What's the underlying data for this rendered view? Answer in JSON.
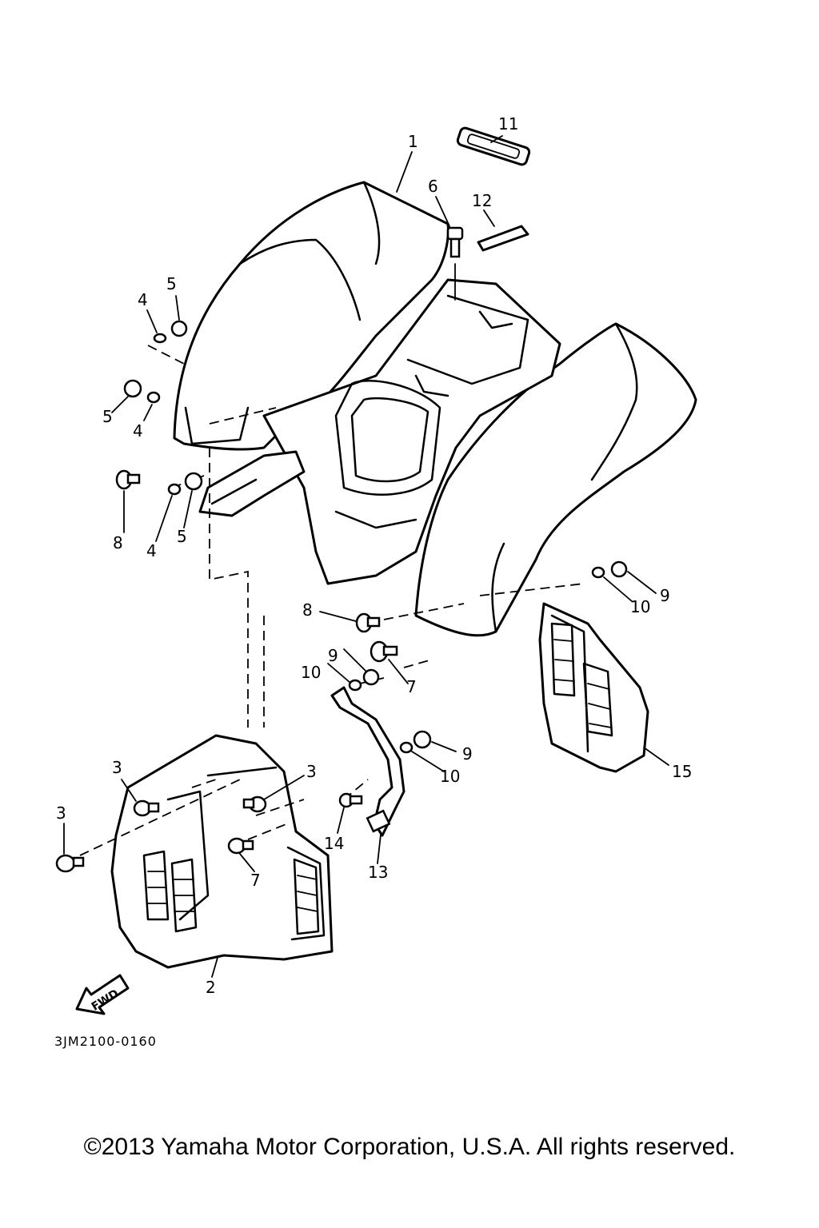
{
  "callouts": [
    {
      "id": "c1",
      "text": "1"
    },
    {
      "id": "c2",
      "text": "2"
    },
    {
      "id": "c3a",
      "text": "3"
    },
    {
      "id": "c3b",
      "text": "3"
    },
    {
      "id": "c3c",
      "text": "3"
    },
    {
      "id": "c4a",
      "text": "4"
    },
    {
      "id": "c4b",
      "text": "4"
    },
    {
      "id": "c4c",
      "text": "4"
    },
    {
      "id": "c5a",
      "text": "5"
    },
    {
      "id": "c5b",
      "text": "5"
    },
    {
      "id": "c5c",
      "text": "5"
    },
    {
      "id": "c6",
      "text": "6"
    },
    {
      "id": "c7a",
      "text": "7"
    },
    {
      "id": "c7b",
      "text": "7"
    },
    {
      "id": "c8a",
      "text": "8"
    },
    {
      "id": "c8b",
      "text": "8"
    },
    {
      "id": "c9a",
      "text": "9"
    },
    {
      "id": "c9b",
      "text": "9"
    },
    {
      "id": "c9c",
      "text": "9"
    },
    {
      "id": "c10a",
      "text": "10"
    },
    {
      "id": "c10b",
      "text": "10"
    },
    {
      "id": "c10c",
      "text": "10"
    },
    {
      "id": "c11",
      "text": "11"
    },
    {
      "id": "c12",
      "text": "12"
    },
    {
      "id": "c13",
      "text": "13"
    },
    {
      "id": "c14",
      "text": "14"
    },
    {
      "id": "c15",
      "text": "15"
    }
  ],
  "fwd_label": "FWD",
  "diagram_code": "3JM2100-0160",
  "copyright": "©2013 Yamaha Motor Corporation, U.S.A. All rights reserved."
}
